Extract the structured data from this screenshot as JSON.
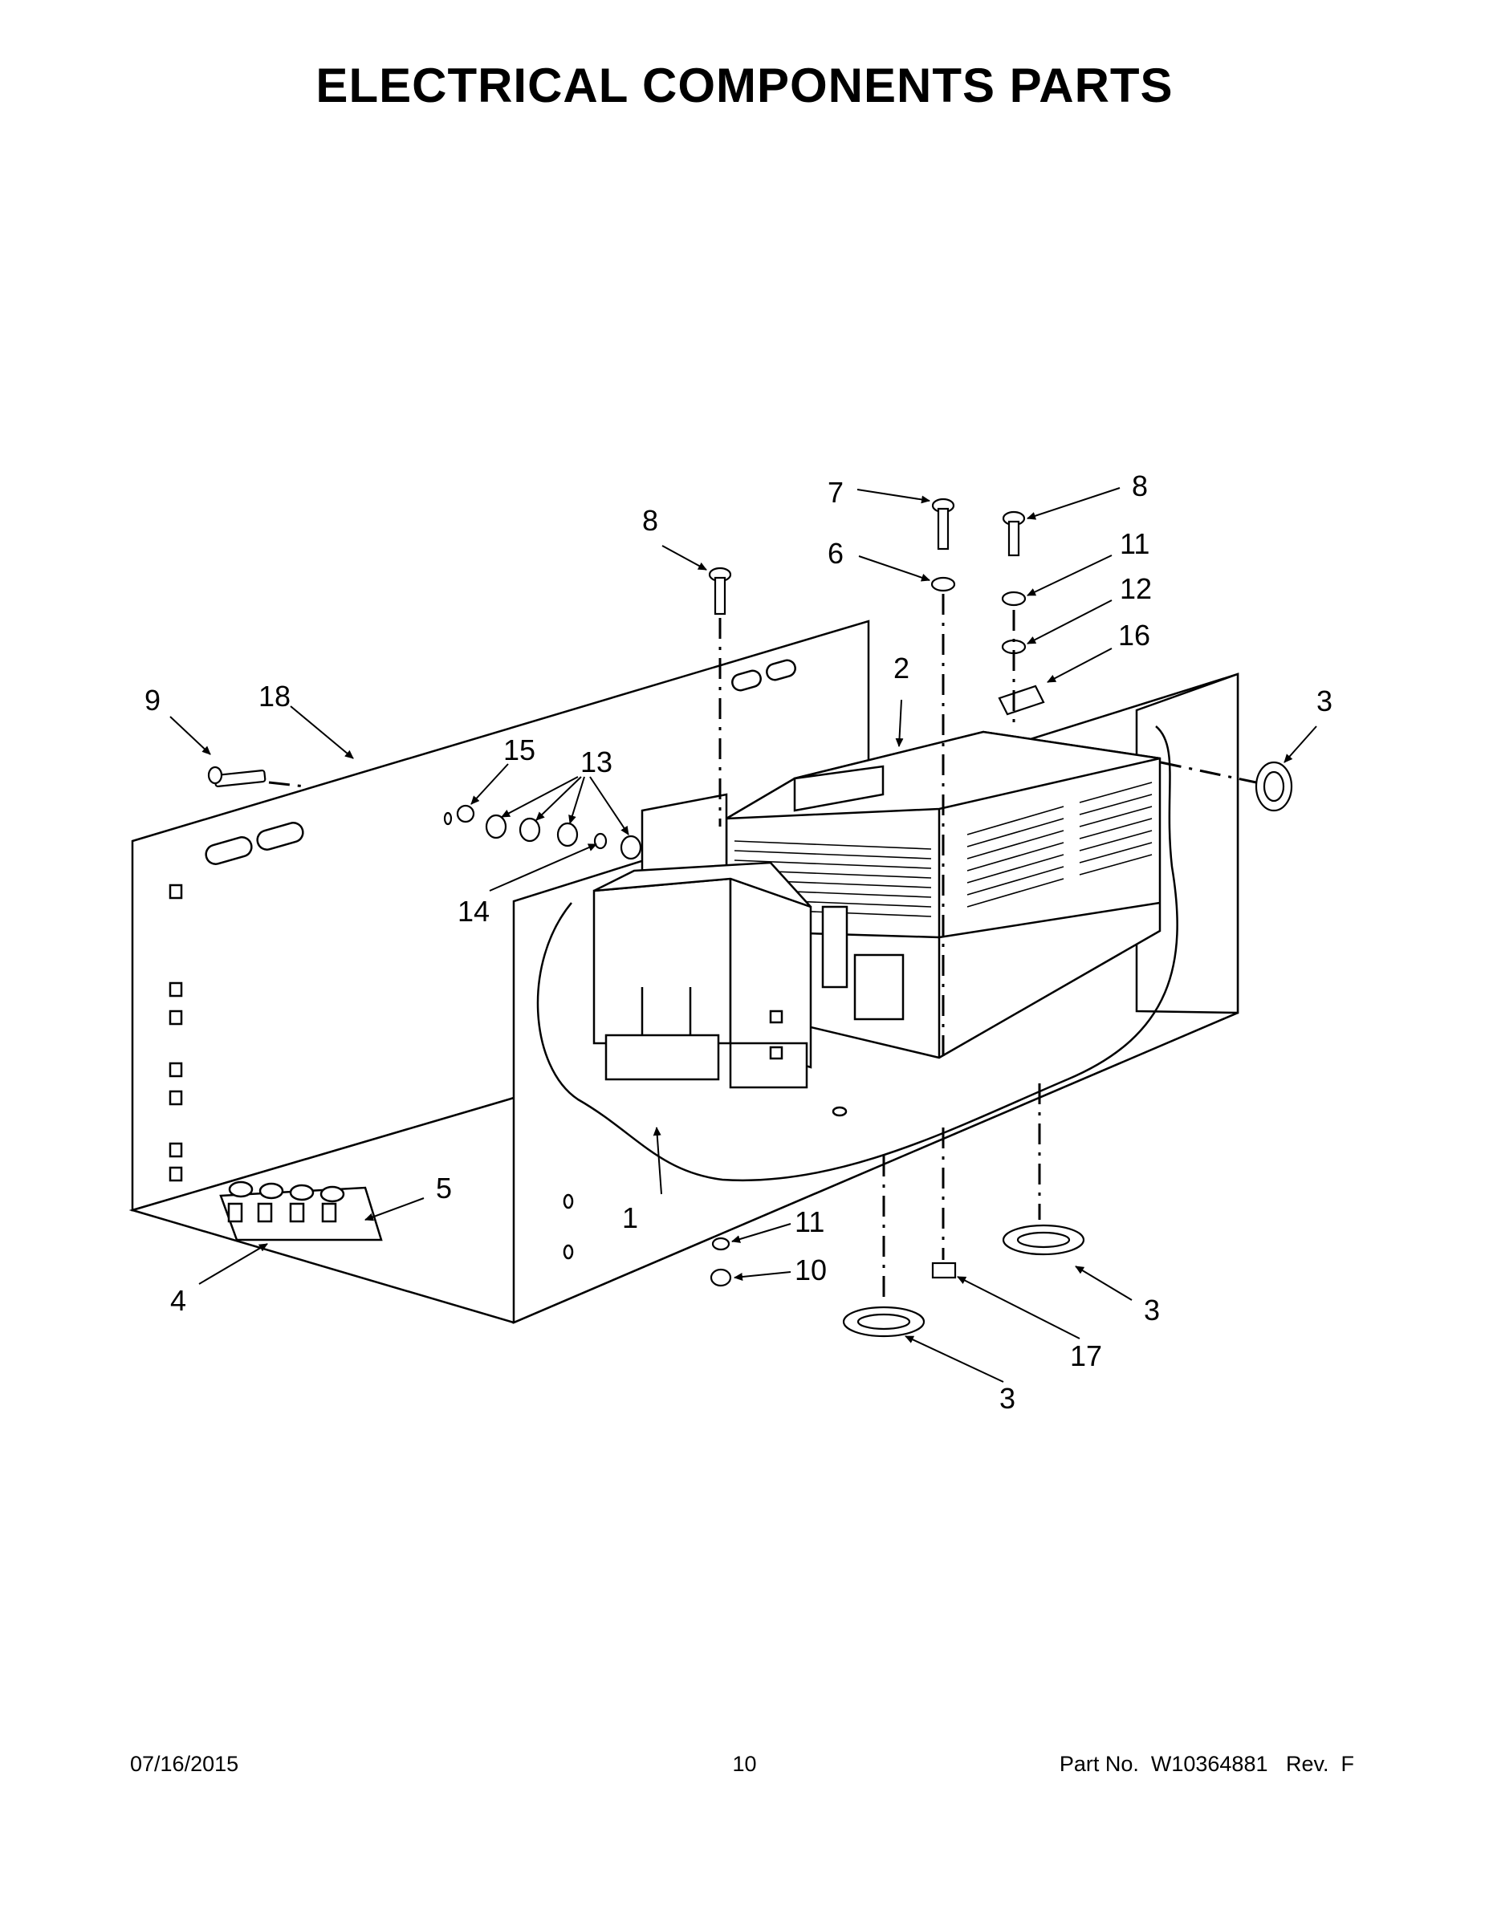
{
  "title": "ELECTRICAL COMPONENTS PARTS",
  "callouts": {
    "c1": "1",
    "c2": "2",
    "c3a": "3",
    "c3b": "3",
    "c3c": "3",
    "c4": "4",
    "c5": "5",
    "c6": "6",
    "c7": "7",
    "c8a": "8",
    "c8b": "8",
    "c9": "9",
    "c10": "10",
    "c11a": "11",
    "c11b": "11",
    "c12": "12",
    "c13": "13",
    "c14": "14",
    "c15": "15",
    "c16": "16",
    "c17": "17",
    "c18": "18"
  },
  "footer": {
    "date": "07/16/2015",
    "page": "10",
    "part": "Part No.  W10364881   Rev.  F"
  }
}
